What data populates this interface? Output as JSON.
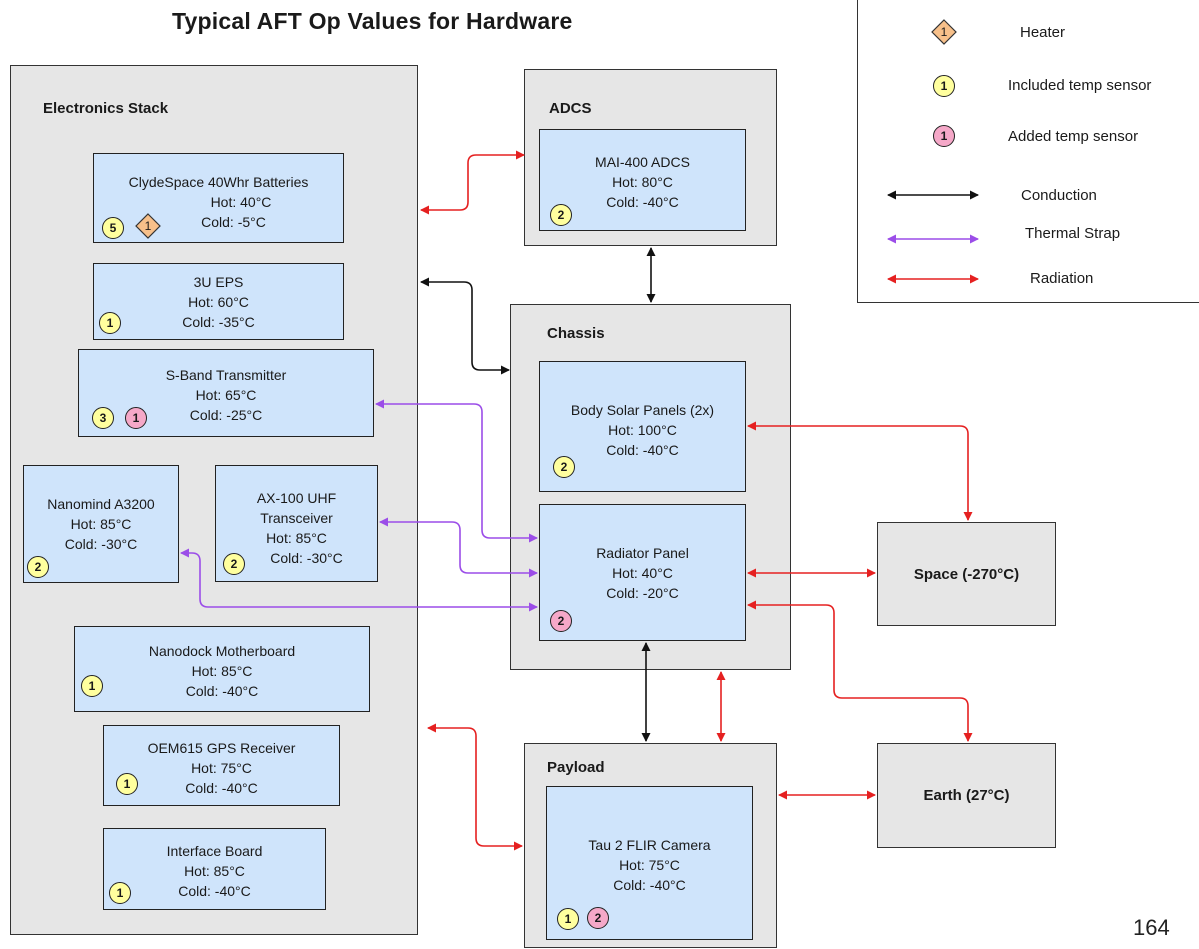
{
  "title": "Typical AFT Op Values for Hardware",
  "page_number": "164",
  "colors": {
    "conduction": "#111111",
    "thermal_strap": "#9b4de8",
    "radiation": "#e52020",
    "component_fill": "#cfe4fb",
    "group_fill": "#e6e6e6",
    "included_sensor": "#ffff9e",
    "added_sensor": "#f5a8c8",
    "heater": "#f7c08a"
  },
  "legend": {
    "heater": {
      "badge": "1",
      "label": "Heater"
    },
    "included_sensor": {
      "badge": "1",
      "label": "Included temp sensor"
    },
    "added_sensor": {
      "badge": "1",
      "label": "Added temp sensor"
    },
    "conduction": "Conduction",
    "thermal_strap": "Thermal Strap",
    "radiation": "Radiation"
  },
  "groups": {
    "electronics": "Electronics Stack",
    "adcs": "ADCS",
    "chassis": "Chassis",
    "payload": "Payload"
  },
  "components": {
    "batteries": {
      "name": "ClydeSpace 40Whr Batteries",
      "hot": "Hot: 40°C",
      "cold": "Cold: -5°C",
      "sensor": "5",
      "heater": "1"
    },
    "eps": {
      "name": "3U EPS",
      "hot": "Hot:  60°C",
      "cold": "Cold: -35°C",
      "sensor": "1"
    },
    "sband": {
      "name": "S-Band Transmitter",
      "hot": "Hot: 65°C",
      "cold": "Cold: -25°C",
      "sensor": "3",
      "added_sensor": "1"
    },
    "nanomind": {
      "name": "Nanomind A3200",
      "hot": "Hot: 85°C",
      "cold": "Cold: -30°C",
      "sensor": "2"
    },
    "ax100": {
      "name1": "AX-100 UHF",
      "name2": "Transceiver",
      "hot": "Hot: 85°C",
      "cold": "Cold: -30°C",
      "sensor": "2"
    },
    "nanodock": {
      "name": "Nanodock Motherboard",
      "hot": "Hot: 85°C",
      "cold": "Cold: -40°C",
      "sensor": "1"
    },
    "gps": {
      "name": "OEM615 GPS Receiver",
      "hot": "Hot: 75°C",
      "cold": "Cold: -40°C",
      "sensor": "1"
    },
    "interface": {
      "name": "Interface Board",
      "hot": "Hot: 85°C",
      "cold": "Cold: -40°C",
      "sensor": "1"
    },
    "mai400": {
      "name": "MAI-400 ADCS",
      "hot": "Hot: 80°C",
      "cold": "Cold: -40°C",
      "sensor": "2"
    },
    "solar": {
      "name": "Body Solar Panels (2x)",
      "hot": "Hot: 100°C",
      "cold": "Cold: -40°C",
      "sensor": "2"
    },
    "radiator": {
      "name": "Radiator Panel",
      "hot": "Hot: 40°C",
      "cold": "Cold: -20°C",
      "added_sensor": "2"
    },
    "flir": {
      "name": "Tau 2 FLIR Camera",
      "hot": "Hot: 75°C",
      "cold": "Cold: -40°C",
      "sensor": "1",
      "added_sensor": "2"
    }
  },
  "external": {
    "space": "Space (-270°C)",
    "earth": "Earth (27°C)"
  }
}
